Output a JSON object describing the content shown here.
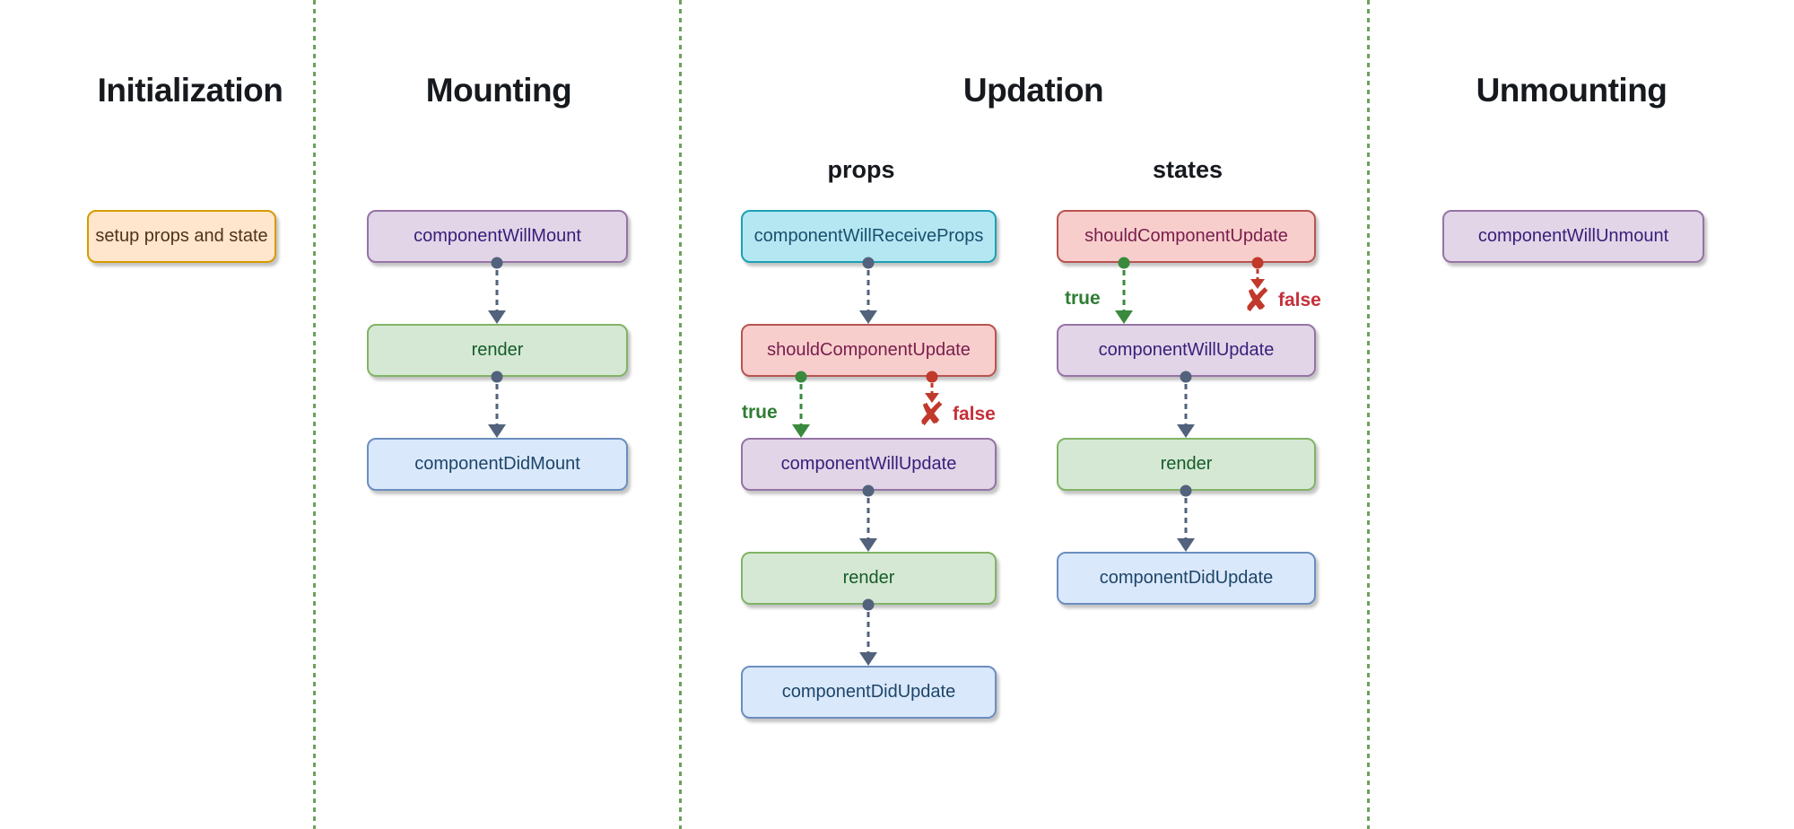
{
  "sections": {
    "initialization": {
      "title": "Initialization"
    },
    "mounting": {
      "title": "Mounting"
    },
    "updation": {
      "title": "Updation",
      "subgroups": {
        "props": "props",
        "states": "states"
      }
    },
    "unmounting": {
      "title": "Unmounting"
    }
  },
  "nodes": {
    "setup": "setup props and state",
    "componentWillMount": "componentWillMount",
    "render": "render",
    "componentDidMount": "componentDidMount",
    "componentWillReceiveProps": "componentWillReceiveProps",
    "shouldComponentUpdate": "shouldComponentUpdate",
    "componentWillUpdate": "componentWillUpdate",
    "componentDidUpdate": "componentDidUpdate",
    "componentWillUnmount": "componentWillUnmount"
  },
  "branch_labels": {
    "true_label": "true",
    "false_label": "false"
  },
  "icons": {
    "false_x_icon": "✘"
  },
  "colors": {
    "separator_green": "#6ba15a",
    "arrow_slate": "#52627c",
    "arrow_true_green": "#3a8a3e",
    "arrow_false_red": "#c0392b",
    "box_orange_fill": "#ffe6cc",
    "box_orange_stroke": "#d79b00",
    "box_purple_fill": "#e1d5e7",
    "box_purple_stroke": "#9673a6",
    "box_green_fill": "#d5e8d4",
    "box_green_stroke": "#82b366",
    "box_blue_fill": "#dae8fc",
    "box_blue_stroke": "#6c8ebf",
    "box_red_fill": "#f8cecc",
    "box_red_stroke": "#b85450",
    "box_cyan_fill": "#b5e7f2",
    "box_cyan_stroke": "#1ba1b5"
  }
}
